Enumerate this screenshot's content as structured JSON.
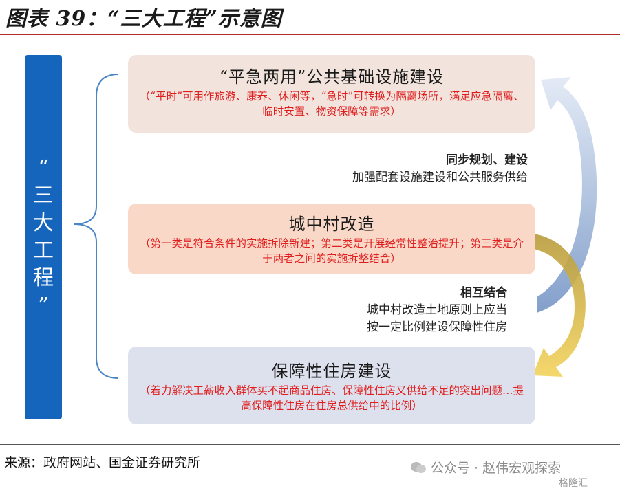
{
  "figure": {
    "title": "图表 39：“三大工程”示意图"
  },
  "sidebar": {
    "chars": [
      "“",
      "三",
      "大",
      "工",
      "程",
      "”"
    ]
  },
  "boxes": [
    {
      "head": "“平急两用”公共基础设施建设",
      "sub": "（“平时”可用作旅游、康养、休闲等，“急时”可转换为隔离场所，满足应急隔离、临时安置、物资保障等需求）",
      "color": "#f2e4dd"
    },
    {
      "head": "城中村改造",
      "sub": "（第一类是符合条件的实施拆除新建；第二类是开展经常性整治提升；第三类是介于两者之间的实施拆整结合）",
      "color": "#f9d8c8"
    },
    {
      "head": "保障性住房建设",
      "sub": "（着力解决工薪收入群体买不起商品住房、保障性住房又供给不足的突出问题…提高保障性住房在住房总供给中的比例）",
      "color": "#dde1ee"
    }
  ],
  "links": [
    {
      "title": "同步规划、建设",
      "lines": [
        "加强配套设施建设和公共服务供给"
      ]
    },
    {
      "title": "相互结合",
      "lines": [
        "城中村改造土地原则上应当",
        "按一定比例建设保障性住房"
      ]
    }
  ],
  "footer": {
    "source": "来源：政府网站、国金证券研究所",
    "watermark": "公众号 · 赵伟宏观探索",
    "corner_brand": "格隆汇"
  },
  "colors": {
    "accent_bar": "#1665bd",
    "rule": "#b22c2c",
    "sub_text": "#e01e1e",
    "arrow_gold": "#e2c14d",
    "arrow_blue": "#9fb6d8"
  }
}
